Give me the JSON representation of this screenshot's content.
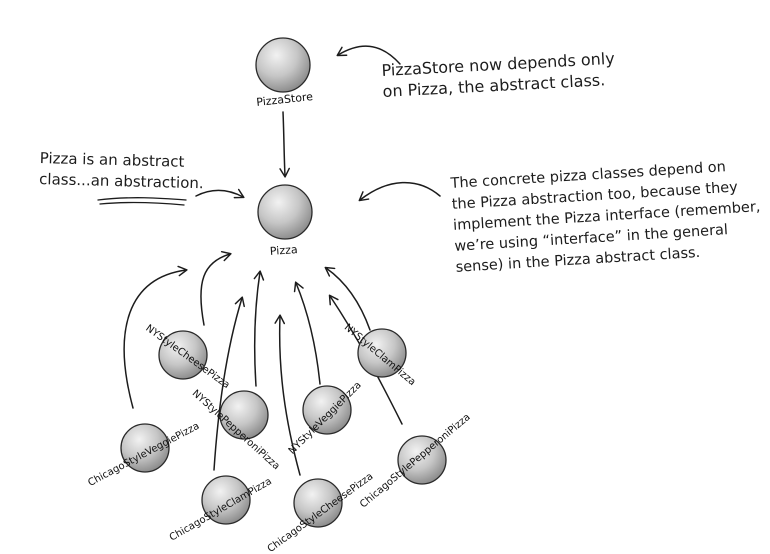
{
  "colors": {
    "ink": "#1c1c1c",
    "sphere_light": "#eeeeee",
    "sphere_mid": "#c4c4c4",
    "sphere_dark": "#8a8a8a",
    "sphere_outline": "#2a2a2a"
  },
  "nodes": {
    "pizzastore": {
      "label": "PizzaStore"
    },
    "pizza": {
      "label": "Pizza"
    },
    "ny_cheese": {
      "label": "NYStyleCheesePizza"
    },
    "ny_clam": {
      "label": "NYStyleClamPizza"
    },
    "ny_pepperoni": {
      "label": "NYStylePepperoniPizza"
    },
    "ny_veggie": {
      "label": "NYStyleVeggiePizza"
    },
    "chicago_veggie": {
      "label": "ChicagoStyleVeggiePizza"
    },
    "chicago_pepperoni": {
      "label": "ChicagoStylePepperoniPizza"
    },
    "chicago_clam": {
      "label": "ChicagoStyleClamPizza"
    },
    "chicago_cheese": {
      "label": "ChicagoStyleCheesePizza"
    }
  },
  "annotations": {
    "pizzastore_note": {
      "line1": "PizzaStore now depends only",
      "line2": "on Pizza, the abstract class."
    },
    "pizza_note": {
      "line1": "Pizza is an abstract",
      "line2": "class...an abstraction."
    },
    "concrete_note": {
      "line1": "The concrete pizza classes depend on",
      "line2": "the Pizza abstraction too, because they",
      "line3": "implement the Pizza interface (remember,",
      "line4": "we’re using “interface” in the general",
      "line5": "sense) in the Pizza abstract class."
    }
  }
}
